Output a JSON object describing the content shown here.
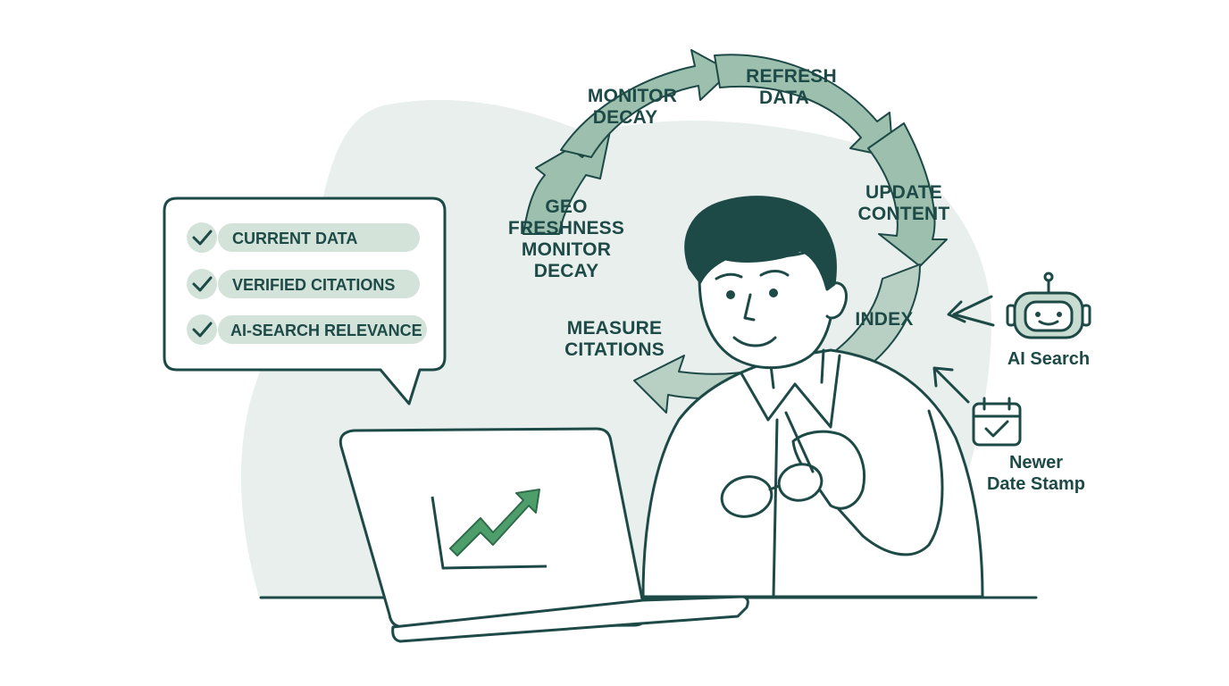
{
  "checklist": {
    "items": [
      {
        "label": "CURRENT DATA"
      },
      {
        "label": "VERIFIED CITATIONS"
      },
      {
        "label": "AI-SEARCH RELEVANCE"
      }
    ]
  },
  "cycle": {
    "monitor_decay": [
      "MONITOR",
      "DECAY"
    ],
    "refresh_data": [
      "REFRESH",
      "DATA"
    ],
    "update_content": [
      "UPDATE",
      "CONTENT"
    ],
    "index": "INDEX",
    "measure_citations": [
      "MEASURE",
      "CITATIONS"
    ],
    "center_label": [
      "GEO",
      "FRESHNESS",
      "MONITOR",
      "DECAY"
    ]
  },
  "sources": {
    "ai_search": "AI Search",
    "date_stamp": [
      "Newer",
      "Date Stamp"
    ]
  },
  "colors": {
    "ink": "#1d4a47",
    "sage": "#8fb5a3",
    "sage_light": "#c9dcd2",
    "backdrop": "#e8efec",
    "chart_green": "#4e9e6c",
    "pill": "#d3e3da"
  },
  "icons": [
    "check-icon",
    "robot-icon",
    "calendar-check-icon",
    "arrow-icon",
    "trend-up-icon"
  ]
}
